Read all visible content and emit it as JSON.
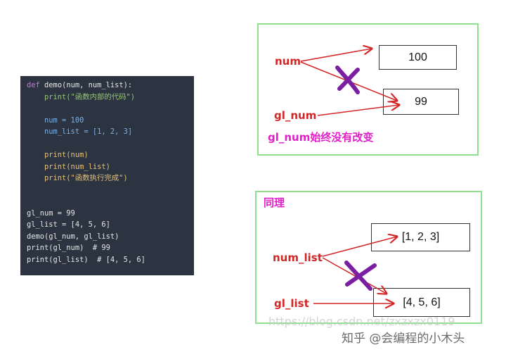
{
  "code": {
    "lines": [
      "def demo(num, num_list):",
      "    print(\"函数内部的代码\")",
      "",
      "    num = 100",
      "    num_list = [1, 2, 3]",
      "",
      "    print(num)",
      "    print(num_list)",
      "    print(\"函数执行完成\")",
      "",
      "",
      "gl_num = 99",
      "gl_list = [4, 5, 6]",
      "demo(gl_num, gl_list)",
      "print(gl_num)  # 99",
      "print(gl_list)  # [4, 5, 6]"
    ]
  },
  "diagram_top": {
    "label_num": "num",
    "label_gl_num": "gl_num",
    "value_new": "100",
    "value_old": "99",
    "note": "gl_num始终没有改变"
  },
  "diagram_bottom": {
    "title": "同理",
    "label_num_list": "num_list",
    "label_gl_list": "gl_list",
    "value_new": "[1, 2, 3]",
    "value_old": "[4, 5, 6]"
  },
  "watermarks": {
    "url": "https://blog.csdn.net/zxzxzx0119",
    "zhihu": "知乎 @会编程的小木头"
  },
  "colors": {
    "label_red": "#d32626",
    "note_magenta": "#e020c8",
    "cross_purple": "#7b1fa2",
    "frame_green": "#8fe08f",
    "code_background": "#2b3440"
  }
}
